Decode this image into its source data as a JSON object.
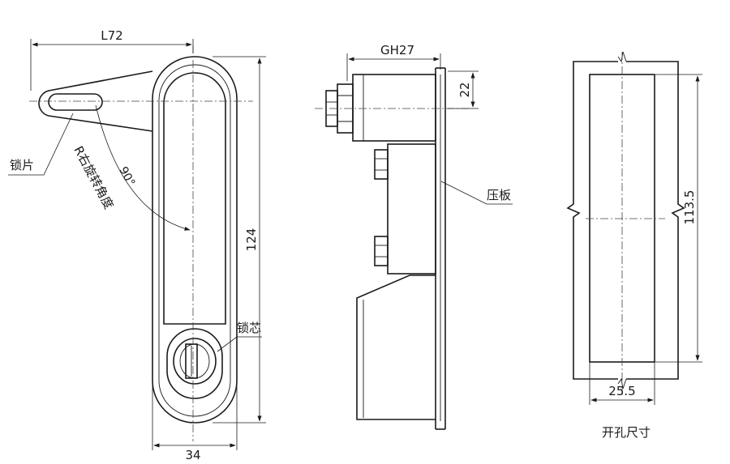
{
  "front_view": {
    "width_label": "L72",
    "height_label": "124",
    "base_width_label": "34",
    "angle_label": "90°",
    "rotation_label": "R右旋转角度",
    "lock_plate_label": "锁片",
    "lock_core_label": "锁芯"
  },
  "side_view": {
    "depth_label": "GH27",
    "boss_label": "22",
    "plate_label": "压板"
  },
  "cutout_view": {
    "height_label": "113.5",
    "width_label": "25.5",
    "caption": "开孔尺寸"
  }
}
